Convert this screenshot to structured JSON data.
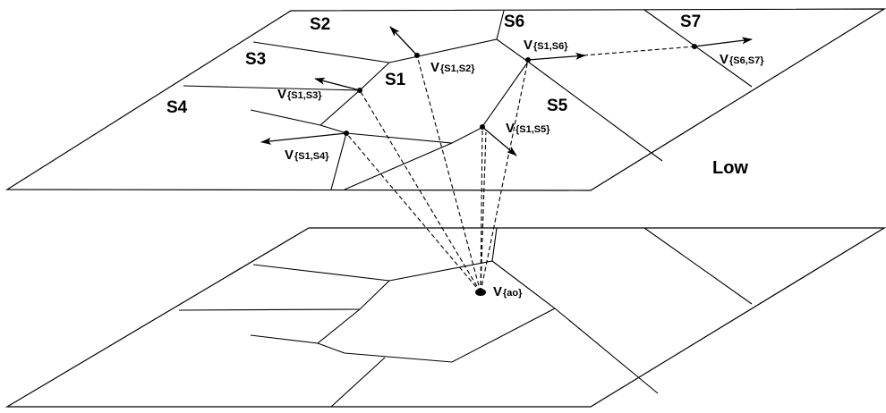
{
  "upper_layer": {
    "label": "Low",
    "regions": [
      {
        "id": "s1",
        "text": "S1"
      },
      {
        "id": "s2",
        "text": "S2"
      },
      {
        "id": "s3",
        "text": "S3"
      },
      {
        "id": "s4",
        "text": "S4"
      },
      {
        "id": "s5",
        "text": "S5"
      },
      {
        "id": "s6",
        "text": "S6"
      },
      {
        "id": "s7",
        "text": "S7"
      }
    ],
    "velocity_labels": [
      {
        "id": "v-s1-s2",
        "main": "V",
        "sub": "{S1,S2}"
      },
      {
        "id": "v-s1-s3",
        "main": "V",
        "sub": "{S1,S3}"
      },
      {
        "id": "v-s1-s4",
        "main": "V",
        "sub": "{S1,S4}"
      },
      {
        "id": "v-s1-s5",
        "main": "V",
        "sub": "{S1,S5}"
      },
      {
        "id": "v-s1-s6",
        "main": "V",
        "sub": "{S1,S6}"
      },
      {
        "id": "v-s6-s7",
        "main": "V",
        "sub": "{S6,S7}"
      }
    ]
  },
  "lower_layer": {
    "origin_label": {
      "main": "V",
      "sub": "{ao}"
    }
  }
}
